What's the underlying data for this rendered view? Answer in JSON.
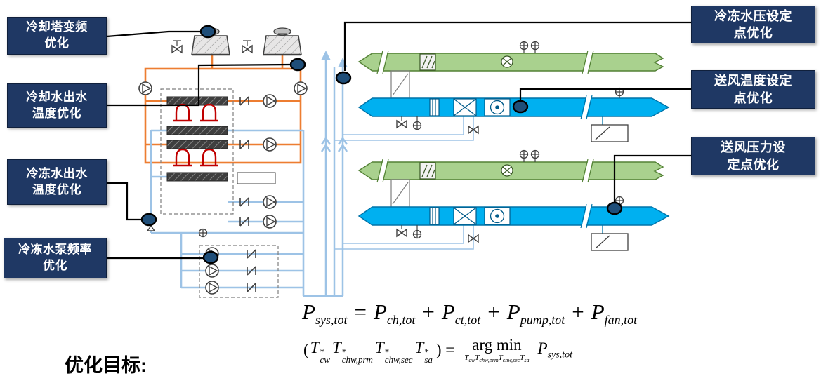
{
  "slide": {
    "objective_label": "优化目标:",
    "callouts": {
      "left": [
        {
          "id": "cooling-tower-vfd",
          "line1": "冷却塔变频",
          "line2": "优化"
        },
        {
          "id": "cooling-water-supply-temp",
          "line1": "冷却水出水",
          "line2": "温度优化"
        },
        {
          "id": "chilled-water-supply-temp",
          "line1": "冷冻水出水",
          "line2": "温度优化"
        },
        {
          "id": "chilled-water-pump-freq",
          "line1": "冷冻水泵频率",
          "line2": "优化"
        }
      ],
      "right": [
        {
          "id": "chilled-water-pressure-setpoint",
          "line1": "冷冻水压设定",
          "line2": "点优化"
        },
        {
          "id": "supply-air-temp-setpoint",
          "line1": "送风温度设定",
          "line2": "点优化"
        },
        {
          "id": "supply-air-pressure-setpoint",
          "line1": "送风压力设",
          "line2": "定点优化"
        }
      ]
    }
  },
  "formulas": {
    "line1": {
      "terms": [
        {
          "base": "P",
          "sub": "sys,tot"
        },
        {
          "base": "P",
          "sub": "ch,tot"
        },
        {
          "base": "P",
          "sub": "ct,tot"
        },
        {
          "base": "P",
          "sub": "pump,tot"
        },
        {
          "base": "P",
          "sub": "fan,tot"
        }
      ],
      "ops": [
        "=",
        "+",
        "+",
        "+"
      ]
    },
    "line2": {
      "open_paren": "(",
      "terms": [
        {
          "base": "T",
          "sup": "*",
          "sub": "cw"
        },
        {
          "base": "T",
          "sup": "*",
          "sub": "chw,prm"
        },
        {
          "base": "T",
          "sup": "*",
          "sub": "chw,sec"
        },
        {
          "base": "T",
          "sup": "*",
          "sub": "sa"
        }
      ],
      "close_paren": ") =",
      "operator": "arg min",
      "operator_subscript": [
        {
          "base": "T",
          "sub": "cw"
        },
        {
          "base": "T",
          "sub": "chw,prm"
        },
        {
          "base": "T",
          "sub": "chw,sec"
        },
        {
          "base": "T",
          "sub": "sa"
        }
      ],
      "result": {
        "base": "P",
        "sub": "sys,tot"
      }
    }
  },
  "colors": {
    "callout_bg": "#1f3864",
    "marker_fill": "#1f4e79",
    "condenser_water_pipe": "#ed7d31",
    "chilled_water_pipe": "#9dc3e6",
    "return_air_duct": "#a9d18e",
    "supply_air_duct": "#00b0f0",
    "compressor_red": "#c00000"
  },
  "icons": {
    "pump-icon": "circle with inner triangle",
    "check-valve-icon": "N-shaped symbol",
    "valve-icon": "bowtie",
    "sensor-icon": "circle with plus",
    "fan-icon": "circle with blades",
    "damper-icon": "box with diagonal slats",
    "cooling-tower-icon": "hatched trapezoid with top fan",
    "callout-marker": "dark ellipse"
  }
}
